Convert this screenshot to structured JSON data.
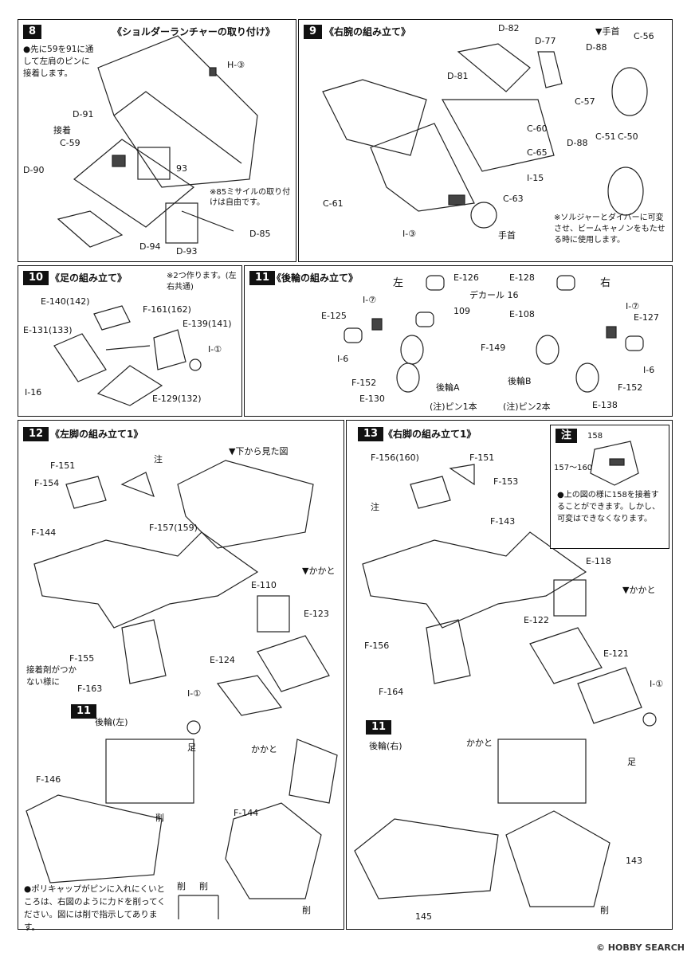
{
  "steps": {
    "s8": {
      "num": "8",
      "title": "《ショルダーランチャーの取り付け》",
      "note": "●先に59を91に通して左肩のピンに接着します。",
      "labels": [
        "H-③",
        "D-91",
        "接着",
        "C-59",
        "D-90",
        "93",
        "D-94",
        "D-93",
        "D-85"
      ],
      "aside": "※85ミサイルの取り付けは自由です。"
    },
    "s9": {
      "num": "9",
      "title": "《右腕の組み立て》",
      "labels": [
        "D-82",
        "D-77",
        "D-81",
        "C-60",
        "C-65",
        "I-15",
        "C-63",
        "C-61",
        "I-③",
        "手首"
      ],
      "hand_title": "▼手首",
      "hand_labels": [
        "D-88",
        "C-56",
        "C-57",
        "D-88",
        "C-51",
        "C-50"
      ],
      "aside": "※ソルジャーとダイバーに可変させ、ビームキャノンをもたせる時に使用します。"
    },
    "s10": {
      "num": "10",
      "title": "《足の組み立て》",
      "aside": "※2つ作ります。(左右共通)",
      "labels": [
        "E-140(142)",
        "F-161(162)",
        "E-131(133)",
        "E-139(141)",
        "I-①",
        "I-16",
        "E-129(132)"
      ]
    },
    "s11": {
      "num": "11",
      "title": "《後輪の組み立て》",
      "left": "左",
      "right": "右",
      "decal": "デカール 16",
      "labels": [
        "E-126",
        "I-⑦",
        "109",
        "E-125",
        "I-6",
        "F-152",
        "E-130",
        "後輪A",
        "(注)ピン1本",
        "E-128",
        "E-108",
        "I-⑦",
        "E-127",
        "F-149",
        "I-6",
        "後輪B",
        "(注)ピン2本",
        "F-152",
        "E-138"
      ]
    },
    "s12": {
      "num": "12",
      "title": "《左脚の組み立て1》",
      "bottom_view": "▼下から見た図",
      "heel": "▼かかと",
      "labels": [
        "注",
        "F-151",
        "F-154",
        "F-157(159)",
        "F-144",
        "E-110",
        "E-123",
        "E-124",
        "I-①",
        "F-155",
        "F-163"
      ],
      "glue_note": "接着剤がつかない様に",
      "sub_num": "11",
      "sub_label": "後輪(左)",
      "foot": "足",
      "heel_label": "かかと",
      "sub_labels": [
        "F-146",
        "削",
        "F-144",
        "削"
      ]
    },
    "s13": {
      "num": "13",
      "title": "《右脚の組み立て1》",
      "labels": [
        "F-156(160)",
        "F-151",
        "F-153",
        "注",
        "F-143",
        "E-118",
        "▼かかと",
        "E-122",
        "F-156",
        "E-121",
        "F-164",
        "I-①"
      ],
      "sub_num": "11",
      "sub_label": "後輪(右)",
      "heel_label": "かかと",
      "foot": "足",
      "sub_labels": [
        "143",
        "145",
        "削"
      ]
    },
    "chu": {
      "badge": "注",
      "labels": [
        "158",
        "157〜160"
      ],
      "note": "●上の図の様に158を接着することができます。しかし、可変はできなくなります。"
    }
  },
  "footnote": "●ポリキャップがピンに入れにくいところは、右図のように力ドを削ってください。図には削で指示してあります。",
  "footnote_marks": [
    "削",
    "削"
  ],
  "watermark": "© HOBBY SEARCH"
}
